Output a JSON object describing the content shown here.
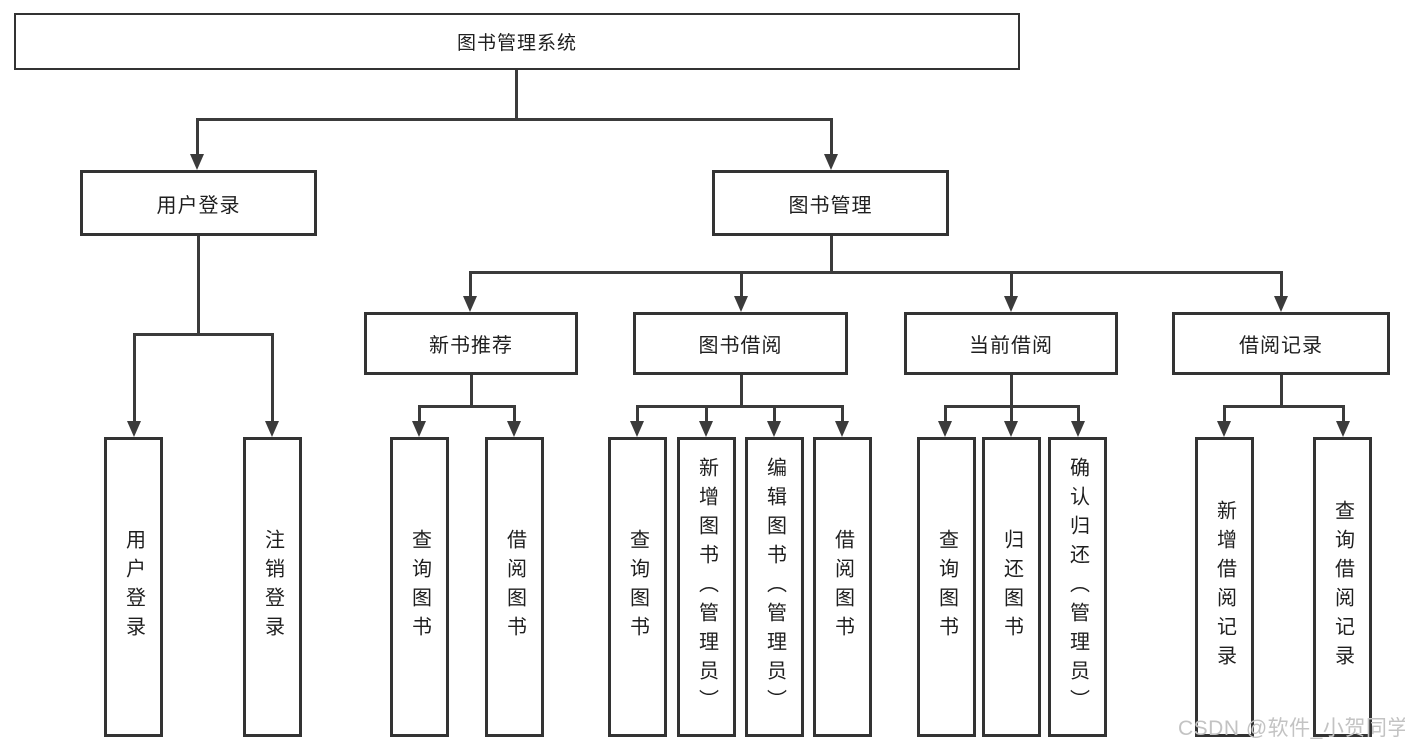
{
  "tree": {
    "root": "图书管理系统",
    "branches": [
      {
        "label": "用户登录",
        "children": [
          {
            "label": "用户登录"
          },
          {
            "label": "注销登录"
          }
        ]
      },
      {
        "label": "图书管理",
        "children": [
          {
            "label": "新书推荐",
            "children": [
              {
                "label": "查询图书"
              },
              {
                "label": "借阅图书"
              }
            ]
          },
          {
            "label": "图书借阅",
            "children": [
              {
                "label": "查询图书"
              },
              {
                "label": "新增图书（管理员）"
              },
              {
                "label": "编辑图书（管理员）"
              },
              {
                "label": "借阅图书"
              }
            ]
          },
          {
            "label": "当前借阅",
            "children": [
              {
                "label": "查询图书"
              },
              {
                "label": "归还图书"
              },
              {
                "label": "确认归还（管理员）"
              }
            ]
          },
          {
            "label": "借阅记录",
            "children": [
              {
                "label": "新增借阅记录"
              },
              {
                "label": "查询借阅记录"
              }
            ]
          }
        ]
      }
    ]
  },
  "watermark": "CSDN @软件_小贺同学",
  "colors": {
    "background": "#ffffff",
    "line": "#3b3b3b",
    "border": "#333333",
    "text": "#1f1f1f",
    "watermark": "#c3c3c3"
  }
}
